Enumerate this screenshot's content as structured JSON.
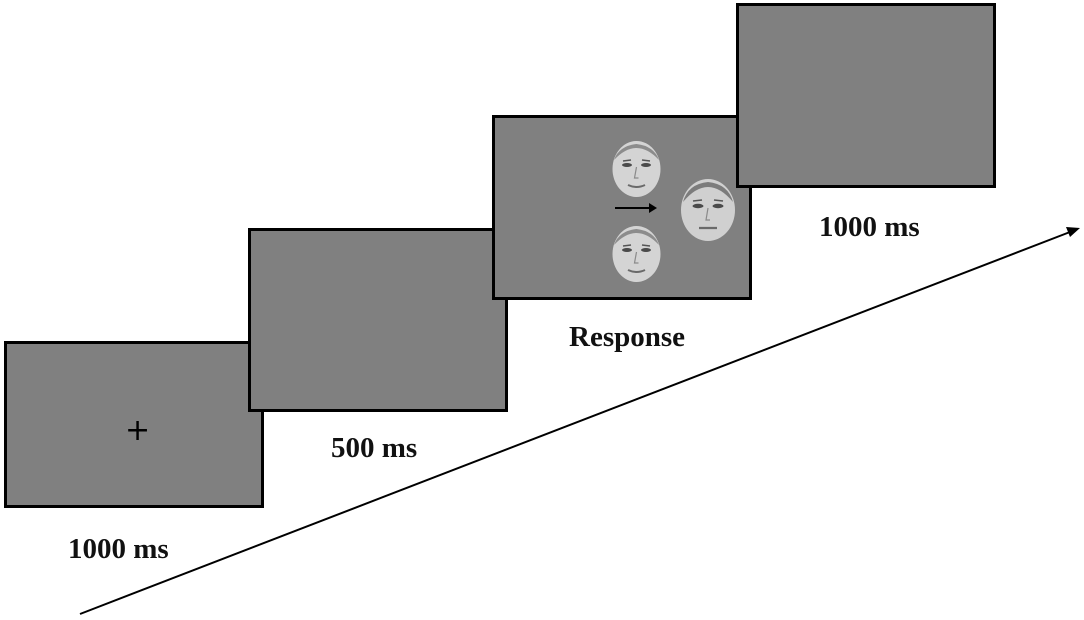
{
  "fixation_symbol": "+",
  "stages": [
    {
      "duration_label": "1000 ms"
    },
    {
      "duration_label": "500 ms"
    },
    {
      "duration_label": "Response"
    },
    {
      "duration_label": "1000 ms"
    }
  ],
  "colors": {
    "screen_fill": "#808080",
    "screen_border": "#000000",
    "face_skin": "#c9c9c9",
    "text": "#111111",
    "background": "#ffffff"
  },
  "icons": {
    "fixation": "plus-cross",
    "stimulus_faces": "face-photo",
    "cue": "right-arrow",
    "timeline": "diagonal-arrow"
  }
}
